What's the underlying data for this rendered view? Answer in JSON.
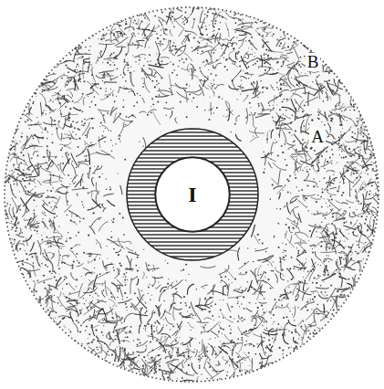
{
  "diagram": {
    "nodes": [
      {
        "text": [
          "I"
        ]
      }
    ],
    "labels": [
      "B",
      "A"
    ]
  }
}
